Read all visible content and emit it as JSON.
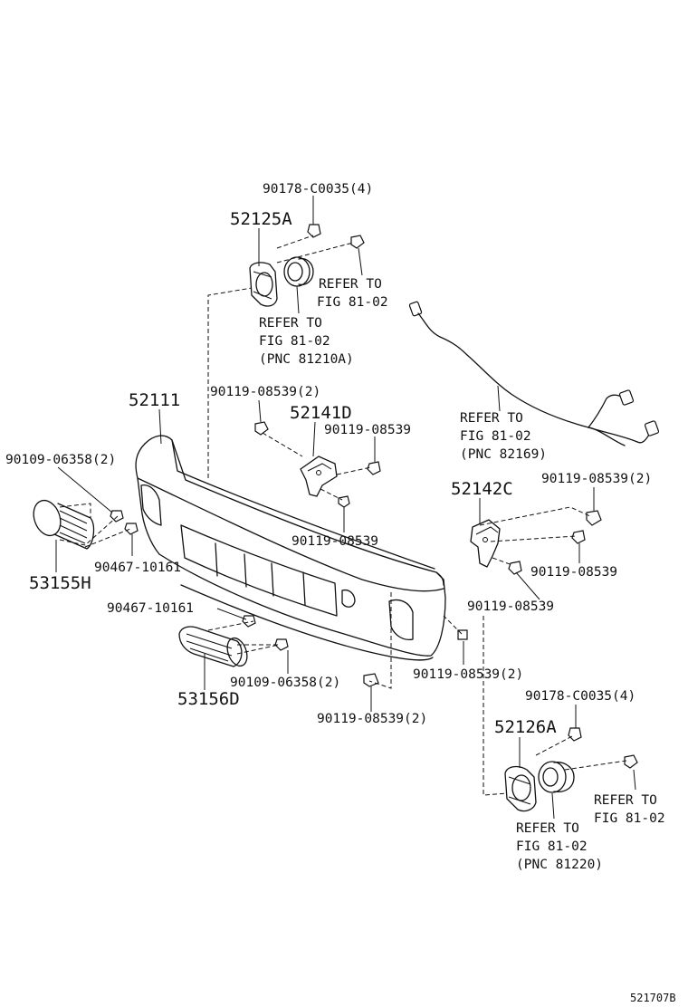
{
  "labels": {
    "l_90178_top": "90178-C0035(4)",
    "l_52125A": "52125A",
    "l_refer_a1": "REFER TO",
    "l_refer_a2": "FIG 81-02",
    "l_refer_b1": "REFER TO",
    "l_refer_b2": "FIG 81-02",
    "l_refer_b3": "(PNC 81210A)",
    "l_52111": "52111",
    "l_90119_2_a": "90119-08539(2)",
    "l_52141D": "52141D",
    "l_90119_b": "90119-08539",
    "l_refer_c1": "REFER TO",
    "l_refer_c2": "FIG 81-02",
    "l_refer_c3": "(PNC 82169)",
    "l_90109_left": "90109-06358(2)",
    "l_52142C": "52142C",
    "l_90119_2_right": "90119-08539(2)",
    "l_90119_center": "90119-08539",
    "l_90467_a": "90467-10161",
    "l_53155H": "53155H",
    "l_90119_right": "90119-08539",
    "l_90467_b": "90467-10161",
    "l_90119_mid": "90119-08539",
    "l_90119_2_mid": "90119-08539(2)",
    "l_90109_bottom": "90109-06358(2)",
    "l_53156D": "53156D",
    "l_90178_bottom": "90178-C0035(4)",
    "l_90119_2_bottom": "90119-08539(2)",
    "l_52126A": "52126A",
    "l_refer_d1": "REFER TO",
    "l_refer_d2": "FIG 81-02",
    "l_refer_e1": "REFER TO",
    "l_refer_e2": "FIG 81-02",
    "l_refer_e3": "(PNC 81220)",
    "l_fig_code": "521707B"
  }
}
